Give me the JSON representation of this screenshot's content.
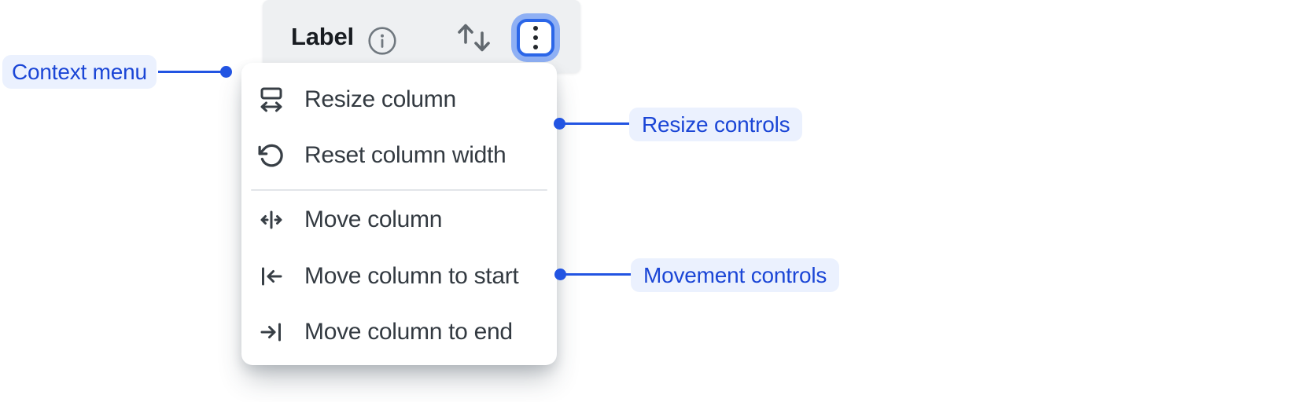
{
  "header": {
    "label": "Label",
    "info_icon": "info-icon",
    "sort_icon": "sort-arrows-icon",
    "menu_button_icon": "kebab-menu-icon",
    "menu_button_state": "focused"
  },
  "context_menu": {
    "items": [
      {
        "label": "Resize column",
        "icon": "resize-column-icon"
      },
      {
        "label": "Reset column width",
        "icon": "reset-column-width-icon"
      },
      {
        "label": "Move column",
        "icon": "move-column-icon"
      },
      {
        "label": "Move column to start",
        "icon": "move-to-start-icon"
      },
      {
        "label": "Move column to end",
        "icon": "move-to-end-icon"
      }
    ],
    "divider_after_item": "Reset column width"
  },
  "annotations": {
    "context_menu": {
      "label": "Context menu"
    },
    "resize_controls": {
      "label": "Resize controls"
    },
    "movement_controls": {
      "label": "Movement controls"
    }
  },
  "colors": {
    "header_background": "#eef0f2",
    "menu_background": "#ffffff",
    "menu_text": "#333a41",
    "header_text": "#181c21",
    "gray_icon": "#62696f",
    "focus_ring_outer": "#8fb0f4",
    "focus_ring_border": "#2b66e8",
    "annotation_background": "#ebf1fe",
    "annotation_text": "#1b46d6",
    "leader_line": "#2254e2",
    "divider": "#e2e5e9"
  }
}
